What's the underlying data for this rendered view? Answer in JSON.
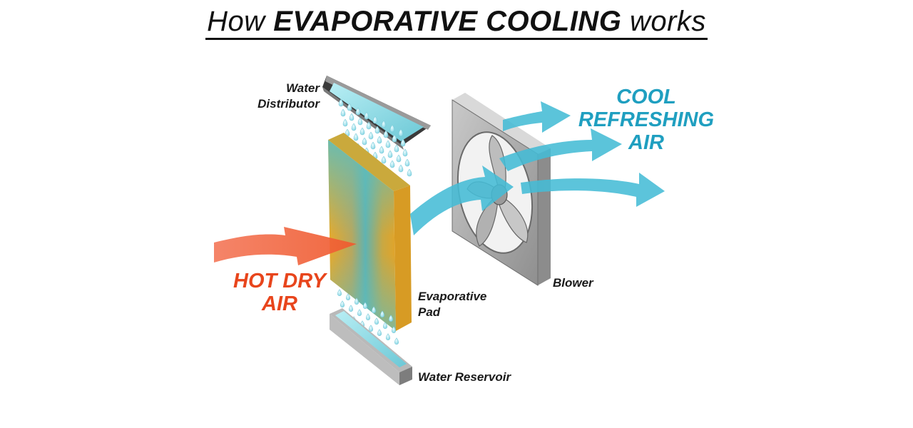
{
  "title": {
    "prefix": "How",
    "emphasis": "EVAPORATIVE COOLING",
    "suffix": "works"
  },
  "labels": {
    "water_distributor_line1": "Water",
    "water_distributor_line2": "Distributor",
    "evaporative_pad_line1": "Evaporative",
    "evaporative_pad_line2": "Pad",
    "water_reservoir": "Water Reservoir",
    "blower": "Blower",
    "hot_dry_air_line1": "HOT DRY",
    "hot_dry_air_line2": "AIR",
    "cool_air_line1": "COOL",
    "cool_air_line2": "REFRESHING",
    "cool_air_line3": "AIR"
  },
  "colors": {
    "hot_air": "#e8451c",
    "hot_arrow": "#f2704f",
    "cool_air": "#1f9fc0",
    "cool_arrow": "#4fbfd8",
    "pad": "#e0a92a",
    "water": "#8fdbe6",
    "metal": "#a9a9a9"
  },
  "icons": {
    "hot_arrow": "arrow-right-icon",
    "cool_arrow": "arrow-right-icon",
    "water_drop": "droplet-icon",
    "fan": "fan-icon"
  }
}
